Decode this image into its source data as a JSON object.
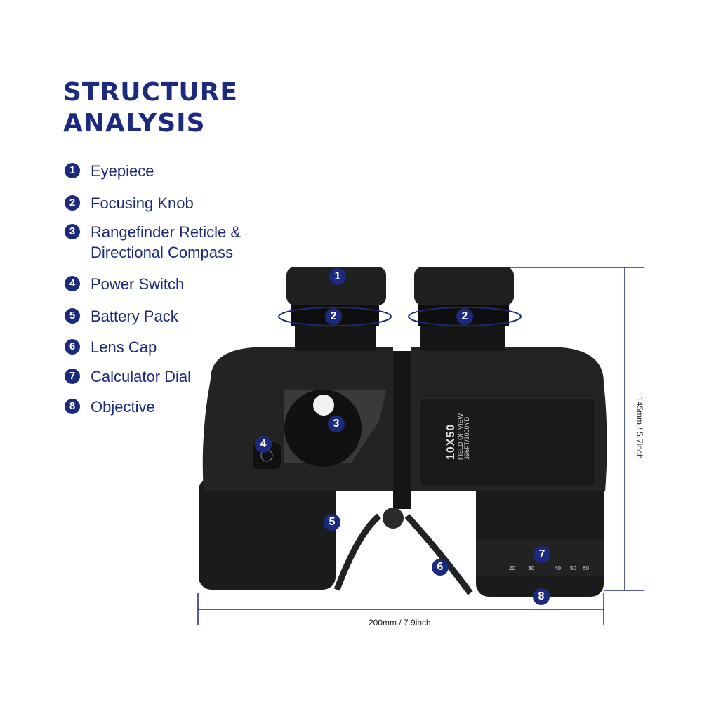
{
  "title": {
    "line1": "STRUCTURE",
    "line2": "ANALYSIS"
  },
  "accent_color": "#1c2a7e",
  "parts": [
    {
      "num": "1",
      "label": "Eyepiece"
    },
    {
      "num": "2",
      "label": "Focusing Knob"
    },
    {
      "num": "3",
      "label": "Rangefinder Reticle &",
      "label2": "Directional Compass"
    },
    {
      "num": "4",
      "label": "Power Switch"
    },
    {
      "num": "5",
      "label": "Battery Pack"
    },
    {
      "num": "6",
      "label": "Lens Cap"
    },
    {
      "num": "7",
      "label": "Calculator Dial"
    },
    {
      "num": "8",
      "label": "Objective"
    }
  ],
  "markers": [
    "1",
    "2",
    "2",
    "3",
    "4",
    "5",
    "6",
    "7",
    "8"
  ],
  "body_print": {
    "model": "10X50",
    "line1": "FIELD OF VIEW",
    "line2": "396FT/1000YD"
  },
  "dimensions": {
    "height": "145mm / 5.7inch",
    "width": "200mm / 7.9inch"
  }
}
